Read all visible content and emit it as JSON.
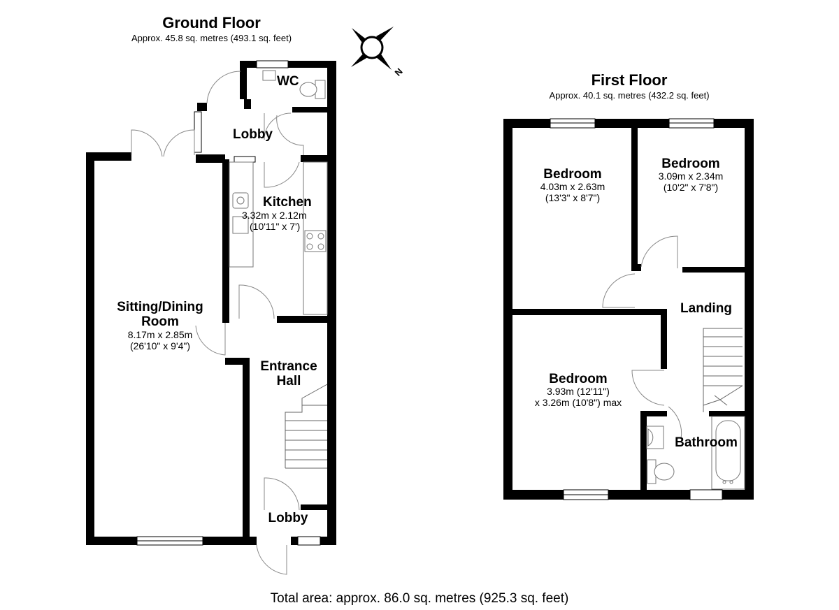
{
  "ground_floor": {
    "title": "Ground Floor",
    "area": "Approx. 45.8 sq. metres (493.1 sq. feet)",
    "rooms": {
      "wc": {
        "name": "WC"
      },
      "lobby_top": {
        "name": "Lobby"
      },
      "kitchen": {
        "name": "Kitchen",
        "dim_m": "3.32m x 2.12m",
        "dim_ft": "(10'11\" x 7')"
      },
      "sitting": {
        "name_line1": "Sitting/Dining",
        "name_line2": "Room",
        "dim_m": "8.17m x 2.85m",
        "dim_ft": "(26'10\" x 9'4\")"
      },
      "hall": {
        "name_line1": "Entrance",
        "name_line2": "Hall"
      },
      "lobby_bottom": {
        "name": "Lobby"
      }
    }
  },
  "first_floor": {
    "title": "First Floor",
    "area": "Approx. 40.1 sq. metres (432.2 sq. feet)",
    "rooms": {
      "bedroom1": {
        "name": "Bedroom",
        "dim_m": "4.03m x 2.63m",
        "dim_ft": "(13'3\" x 8'7\")"
      },
      "bedroom2": {
        "name": "Bedroom",
        "dim_m": "3.09m x 2.34m",
        "dim_ft": "(10'2\" x 7'8\")"
      },
      "landing": {
        "name": "Landing"
      },
      "bedroom3": {
        "name": "Bedroom",
        "dim_line1": "3.93m (12'11\")",
        "dim_line2": "x 3.26m (10'8\") max"
      },
      "bathroom": {
        "name": "Bathroom"
      }
    }
  },
  "compass": {
    "label": "N"
  },
  "total_area": "Total area: approx. 86.0 sq. metres (925.3 sq. feet)"
}
